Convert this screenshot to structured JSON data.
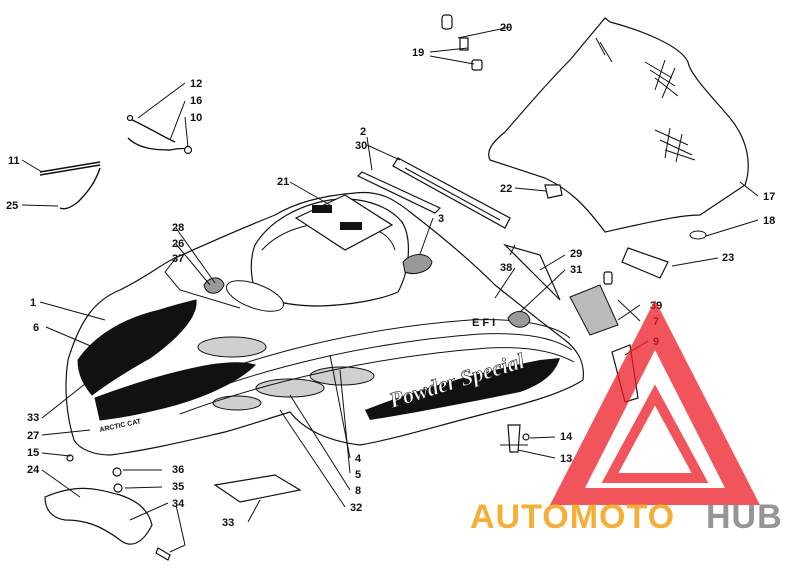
{
  "diagram": {
    "callouts": [
      "1",
      "2",
      "3",
      "4",
      "5",
      "6",
      "7",
      "8",
      "9",
      "10",
      "11",
      "12",
      "13",
      "14",
      "15",
      "16",
      "17",
      "18",
      "19",
      "20",
      "21",
      "22",
      "23",
      "24",
      "25",
      "26",
      "27",
      "28",
      "29",
      "30",
      "31",
      "32",
      "33",
      "33",
      "34",
      "35",
      "36",
      "37",
      "38",
      "39"
    ]
  },
  "decals": {
    "side_stripe": "Powder Special",
    "efi": "E F I",
    "brand_small": "ARCTIC CAT"
  },
  "watermark": {
    "word_orange": "AUTOMOTO",
    "word_gray": "HUB",
    "color_orange": "#f5a623",
    "color_red": "#ee1c25",
    "color_gray": "#8a8a8a"
  }
}
